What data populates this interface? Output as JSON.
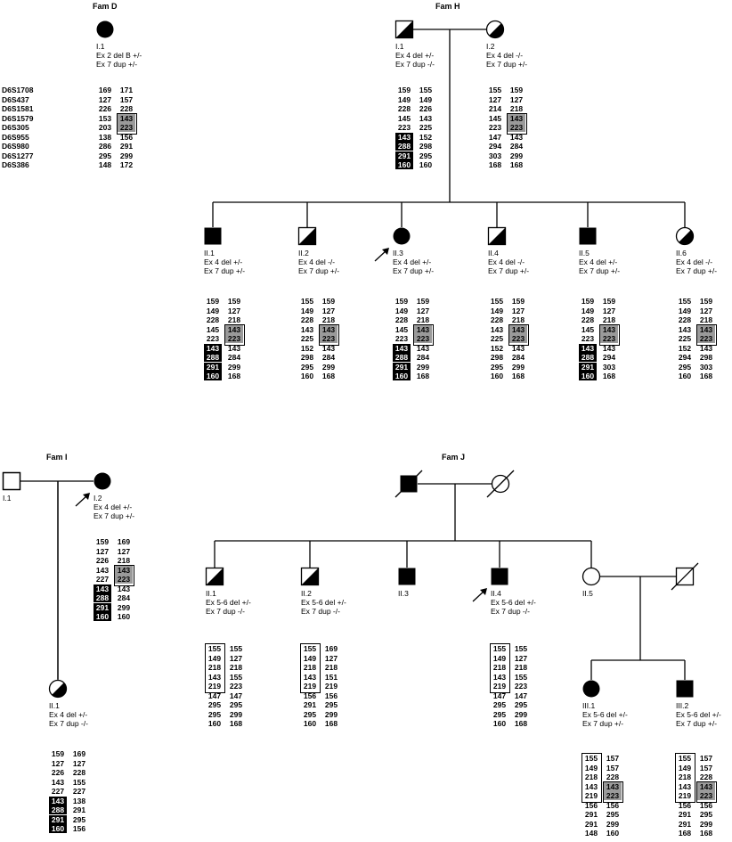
{
  "markers": [
    "D6S1708",
    "D6S437",
    "D6S1581",
    "D6S1579",
    "D6S305",
    "D6S955",
    "D6S980",
    "D6S1277",
    "D6S386"
  ],
  "families": {
    "D": {
      "name": "Fam D",
      "individuals": [
        {
          "id": "I.1",
          "genotype": [
            "Ex 2 del B +/-",
            "Ex 7 dup +/-"
          ],
          "alleles": [
            [
              "169",
              "171"
            ],
            [
              "127",
              "157"
            ],
            [
              "226",
              "228"
            ],
            [
              "153",
              "143"
            ],
            [
              "203",
              "223"
            ],
            [
              "138",
              "156"
            ],
            [
              "286",
              "291"
            ],
            [
              "295",
              "299"
            ],
            [
              "148",
              "172"
            ]
          ]
        }
      ]
    },
    "H": {
      "name": "Fam H",
      "individuals": [
        {
          "id": "I.1",
          "genotype": [
            "Ex 4 del +/-",
            "Ex 7 dup -/-"
          ],
          "alleles": [
            [
              "159",
              "155"
            ],
            [
              "149",
              "149"
            ],
            [
              "228",
              "226"
            ],
            [
              "145",
              "143"
            ],
            [
              "223",
              "225"
            ],
            [
              "143",
              "152"
            ],
            [
              "288",
              "298"
            ],
            [
              "291",
              "295"
            ],
            [
              "160",
              "160"
            ]
          ]
        },
        {
          "id": "I.2",
          "genotype": [
            "Ex 4 del -/-",
            "Ex 7 dup +/-"
          ],
          "alleles": [
            [
              "155",
              "159"
            ],
            [
              "127",
              "127"
            ],
            [
              "214",
              "218"
            ],
            [
              "145",
              "143"
            ],
            [
              "223",
              "223"
            ],
            [
              "147",
              "143"
            ],
            [
              "294",
              "284"
            ],
            [
              "303",
              "299"
            ],
            [
              "168",
              "168"
            ]
          ]
        },
        {
          "id": "II.1",
          "genotype": [
            "Ex 4 del +/-",
            "Ex 7 dup +/-"
          ],
          "alleles": [
            [
              "159",
              "159"
            ],
            [
              "149",
              "127"
            ],
            [
              "228",
              "218"
            ],
            [
              "145",
              "143"
            ],
            [
              "223",
              "223"
            ],
            [
              "143",
              "143"
            ],
            [
              "288",
              "284"
            ],
            [
              "291",
              "299"
            ],
            [
              "160",
              "168"
            ]
          ]
        },
        {
          "id": "II.2",
          "genotype": [
            "Ex 4 del -/-",
            "Ex 7 dup +/-"
          ],
          "alleles": [
            [
              "155",
              "159"
            ],
            [
              "149",
              "127"
            ],
            [
              "228",
              "218"
            ],
            [
              "143",
              "143"
            ],
            [
              "225",
              "223"
            ],
            [
              "152",
              "143"
            ],
            [
              "298",
              "284"
            ],
            [
              "295",
              "299"
            ],
            [
              "160",
              "168"
            ]
          ]
        },
        {
          "id": "II.3",
          "genotype": [
            "Ex 4 del +/-",
            "Ex 7 dup +/-"
          ],
          "alleles": [
            [
              "159",
              "159"
            ],
            [
              "149",
              "127"
            ],
            [
              "228",
              "218"
            ],
            [
              "145",
              "143"
            ],
            [
              "223",
              "223"
            ],
            [
              "143",
              "143"
            ],
            [
              "288",
              "284"
            ],
            [
              "291",
              "299"
            ],
            [
              "160",
              "168"
            ]
          ]
        },
        {
          "id": "II.4",
          "genotype": [
            "Ex 4 del -/-",
            "Ex 7 dup +/-"
          ],
          "alleles": [
            [
              "155",
              "159"
            ],
            [
              "149",
              "127"
            ],
            [
              "228",
              "218"
            ],
            [
              "143",
              "143"
            ],
            [
              "225",
              "223"
            ],
            [
              "152",
              "143"
            ],
            [
              "298",
              "284"
            ],
            [
              "295",
              "299"
            ],
            [
              "160",
              "168"
            ]
          ]
        },
        {
          "id": "II.5",
          "genotype": [
            "Ex 4 del +/-",
            "Ex 7 dup +/-"
          ],
          "alleles": [
            [
              "159",
              "159"
            ],
            [
              "149",
              "127"
            ],
            [
              "228",
              "218"
            ],
            [
              "145",
              "143"
            ],
            [
              "223",
              "223"
            ],
            [
              "143",
              "143"
            ],
            [
              "288",
              "294"
            ],
            [
              "291",
              "303"
            ],
            [
              "160",
              "168"
            ]
          ]
        },
        {
          "id": "II.6",
          "genotype": [
            "Ex 4 del -/-",
            "Ex 7 dup +/-"
          ],
          "alleles": [
            [
              "155",
              "159"
            ],
            [
              "149",
              "127"
            ],
            [
              "228",
              "218"
            ],
            [
              "143",
              "143"
            ],
            [
              "225",
              "223"
            ],
            [
              "152",
              "143"
            ],
            [
              "294",
              "298"
            ],
            [
              "295",
              "303"
            ],
            [
              "160",
              "168"
            ]
          ]
        }
      ]
    },
    "I": {
      "name": "Fam I",
      "individuals": [
        {
          "id": "I.1",
          "genotype": [],
          "alleles": []
        },
        {
          "id": "I.2",
          "genotype": [
            "Ex 4 del +/-",
            "Ex 7 dup +/-"
          ],
          "alleles": [
            [
              "159",
              "169"
            ],
            [
              "127",
              "127"
            ],
            [
              "226",
              "218"
            ],
            [
              "143",
              "143"
            ],
            [
              "227",
              "223"
            ],
            [
              "143",
              "143"
            ],
            [
              "288",
              "284"
            ],
            [
              "291",
              "299"
            ],
            [
              "160",
              "160"
            ]
          ]
        },
        {
          "id": "II.1",
          "genotype": [
            "Ex 4 del +/-",
            "Ex 7 dup -/-"
          ],
          "alleles": [
            [
              "159",
              "169"
            ],
            [
              "127",
              "127"
            ],
            [
              "226",
              "228"
            ],
            [
              "143",
              "155"
            ],
            [
              "227",
              "227"
            ],
            [
              "143",
              "138"
            ],
            [
              "288",
              "291"
            ],
            [
              "291",
              "295"
            ],
            [
              "160",
              "156"
            ]
          ]
        }
      ]
    },
    "J": {
      "name": "Fam J",
      "individuals": [
        {
          "id": "II.1",
          "genotype": [
            "Ex 5-6 del +/-",
            "Ex 7 dup -/-"
          ],
          "alleles": [
            [
              "155",
              "155"
            ],
            [
              "149",
              "127"
            ],
            [
              "218",
              "218"
            ],
            [
              "143",
              "155"
            ],
            [
              "219",
              "223"
            ],
            [
              "147",
              "147"
            ],
            [
              "295",
              "295"
            ],
            [
              "295",
              "299"
            ],
            [
              "160",
              "168"
            ]
          ]
        },
        {
          "id": "II.2",
          "genotype": [
            "Ex 5-6 del +/-",
            "Ex 7 dup -/-"
          ],
          "alleles": [
            [
              "155",
              "169"
            ],
            [
              "149",
              "127"
            ],
            [
              "218",
              "218"
            ],
            [
              "143",
              "151"
            ],
            [
              "219",
              "219"
            ],
            [
              "156",
              "156"
            ],
            [
              "291",
              "295"
            ],
            [
              "295",
              "299"
            ],
            [
              "160",
              "168"
            ]
          ]
        },
        {
          "id": "II.3",
          "genotype": [],
          "alleles": []
        },
        {
          "id": "II.4",
          "genotype": [
            "Ex 5-6 del +/-",
            "Ex 7 dup -/-"
          ],
          "alleles": [
            [
              "155",
              "155"
            ],
            [
              "149",
              "127"
            ],
            [
              "218",
              "218"
            ],
            [
              "143",
              "155"
            ],
            [
              "219",
              "223"
            ],
            [
              "147",
              "147"
            ],
            [
              "295",
              "295"
            ],
            [
              "295",
              "299"
            ],
            [
              "160",
              "168"
            ]
          ]
        },
        {
          "id": "II.5",
          "genotype": [],
          "alleles": []
        },
        {
          "id": "III.1",
          "genotype": [
            "Ex 5-6 del +/-",
            "Ex 7 dup +/-"
          ],
          "alleles": [
            [
              "155",
              "157"
            ],
            [
              "149",
              "157"
            ],
            [
              "218",
              "228"
            ],
            [
              "143",
              "143"
            ],
            [
              "219",
              "223"
            ],
            [
              "156",
              "156"
            ],
            [
              "291",
              "295"
            ],
            [
              "291",
              "299"
            ],
            [
              "148",
              "160"
            ]
          ]
        },
        {
          "id": "III.2",
          "genotype": [
            "Ex 5-6 del +/-",
            "Ex 7 dup +/-"
          ],
          "alleles": [
            [
              "155",
              "157"
            ],
            [
              "149",
              "157"
            ],
            [
              "218",
              "228"
            ],
            [
              "143",
              "143"
            ],
            [
              "219",
              "223"
            ],
            [
              "156",
              "156"
            ],
            [
              "291",
              "295"
            ],
            [
              "291",
              "299"
            ],
            [
              "168",
              "168"
            ]
          ]
        }
      ]
    }
  }
}
